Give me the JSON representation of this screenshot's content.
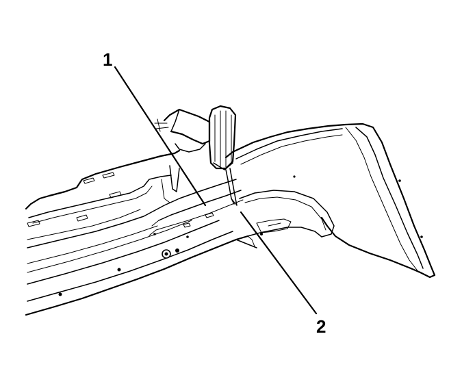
{
  "callouts": [
    {
      "id": "1",
      "label": "1"
    },
    {
      "id": "2",
      "label": "2"
    }
  ],
  "colors": {
    "line": "#000000",
    "background": "#ffffff"
  },
  "icons": {
    "tool_1": "trim-tool-icon",
    "tool_2": "screwdriver-icon"
  }
}
